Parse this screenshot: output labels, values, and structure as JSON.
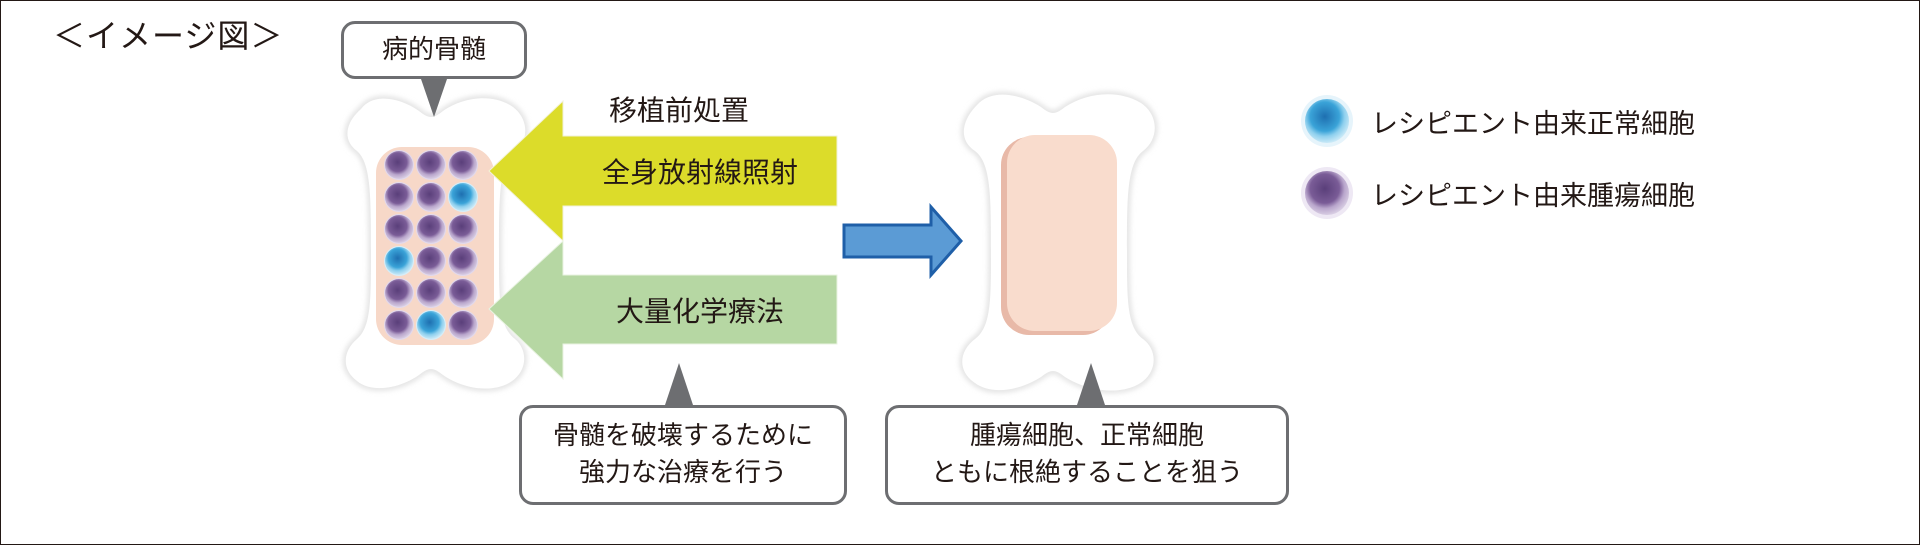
{
  "title": "＜イメージ図＞",
  "diseased_marrow_label": "病的骨髄",
  "pretreatment_heading": "移植前処置",
  "arrows": {
    "tbi_label": "全身放射線照射",
    "chemo_label": "大量化学療法"
  },
  "callouts": {
    "destroy_text": "骨髄を破壊するために\n強力な治療を行う",
    "eradicate_text": "腫瘍細胞、正常細胞\nともに根絶することを狙う"
  },
  "legend": {
    "normal_label": "レシピエント由来正常細胞",
    "tumor_label": "レシピエント由来腫瘍細胞"
  },
  "colors": {
    "tbi_arrow": "#dcdc2a",
    "chemo_arrow": "#b6d7a3",
    "process_arrow": "#5b9bd5",
    "marrow_fill": "#f7d8c8",
    "normal_cell": "#3aa3d8",
    "tumor_cell": "#7a5c97"
  },
  "cell_grid": {
    "rows": 6,
    "cols": 3,
    "normal_positions": [
      "1,2",
      "3,0",
      "5,1"
    ]
  }
}
